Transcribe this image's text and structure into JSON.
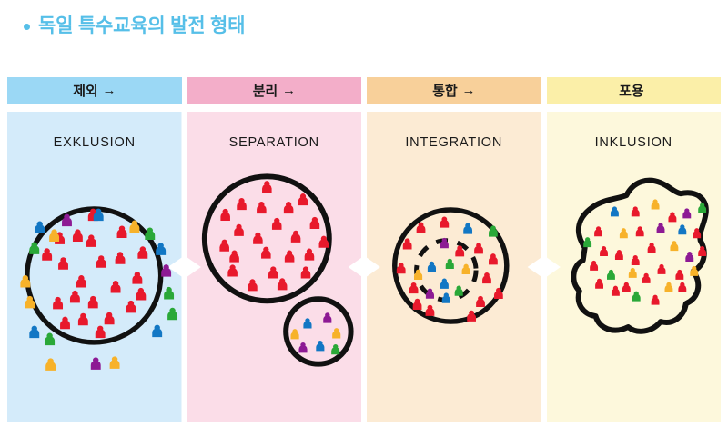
{
  "title": {
    "bullet": "bullet-dot",
    "text": "독일 특수교육의 발전 형태",
    "color": "#56bfe8"
  },
  "colors": {
    "figure_red": "#e8192c",
    "figure_blue": "#1277c4",
    "figure_green": "#2aa838",
    "figure_purple": "#8d1a94",
    "figure_orange": "#f7b22a",
    "outline": "#111111"
  },
  "columns": [
    {
      "id": "exklusion",
      "header_label": "제외",
      "header_arrow": "→",
      "header_bg": "#9bd8f5",
      "body_bg": "#d4ebfa",
      "english_label": "EXKLUSION",
      "shape": "circle",
      "inside_colors": [
        "red"
      ],
      "outside_colors": [
        "blue",
        "green",
        "purple",
        "orange"
      ],
      "inside_count": 22,
      "outside_count": 19
    },
    {
      "id": "separation",
      "header_label": "분리",
      "header_arrow": "→",
      "header_bg": "#f3aec9",
      "body_bg": "#fbdde8",
      "english_label": "SEPARATION",
      "shape": "two-circles",
      "inside_colors": [
        "red"
      ],
      "small_circle_colors": [
        "orange",
        "blue",
        "purple",
        "orange",
        "purple",
        "blue",
        "green"
      ],
      "inside_count": 22,
      "small_circle_count": 7
    },
    {
      "id": "integration",
      "header_label": "통합",
      "header_arrow": "→",
      "header_bg": "#f8d09a",
      "body_bg": "#fcebd4",
      "english_label": "INTEGRATION",
      "shape": "circle-with-dashed-inner",
      "outer_colors": [
        "red",
        "blue",
        "green"
      ],
      "inner_colors": [
        "purple",
        "blue",
        "green",
        "orange",
        "purple",
        "blue",
        "green",
        "orange"
      ],
      "outer_count": 16,
      "inner_count": 9
    },
    {
      "id": "inklusion",
      "header_label": "포용",
      "header_arrow": "",
      "header_bg": "#fbefa8",
      "body_bg": "#fdf8dc",
      "english_label": "INKLUSION",
      "shape": "blob",
      "inside_colors": [
        "red",
        "blue",
        "green",
        "purple",
        "orange"
      ],
      "inside_count": 34
    }
  ]
}
